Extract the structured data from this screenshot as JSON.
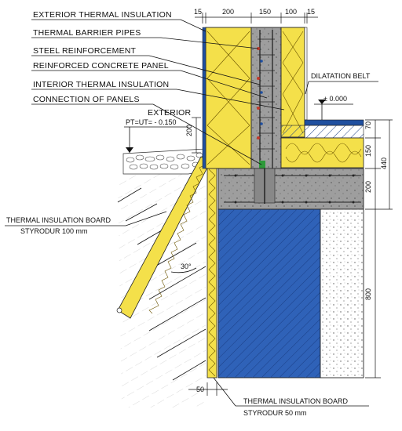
{
  "labels": {
    "exterior_thermal_insulation": "EXTERIOR THERMAL INSULATION",
    "thermal_barrier_pipes": "THERMAL BARRIER PIPES",
    "steel_reinforcement": "STEEL REINFORCEMENT",
    "reinforced_concrete_panel": "REINFORCED CONCRETE PANEL",
    "interior_thermal_insulation": "INTERIOR THERMAL INSULATION",
    "connection_of_panels": "CONNECTION OF PANELS",
    "exterior": "EXTERIOR",
    "dilatation_belt": "DILATATION BELT",
    "level_zero": "± 0.000",
    "pt_ut": "PT=UT= - 0.150",
    "board_100_title": "THERMAL INSULATION BOARD",
    "board_100_sub": "STYRODUR 100 mm",
    "board_50_title": "THERMAL INSULATION BOARD",
    "board_50_sub": "STYRODUR 50 mm",
    "angle": "30°"
  },
  "dimensions": {
    "top": [
      "15",
      "200",
      "150",
      "100",
      "15"
    ],
    "right": [
      "70",
      "150",
      "440",
      "200",
      "800"
    ],
    "left_200": "200",
    "bottom_50": "50"
  },
  "colors": {
    "insulation": "#F4E04A",
    "concrete": "#9E9E9E",
    "blue_panel": "#2F62B8",
    "floor_blue": "#1F4FA0",
    "fill_white": "#FFFFFF",
    "reinforcement_red": "#C0392B"
  }
}
